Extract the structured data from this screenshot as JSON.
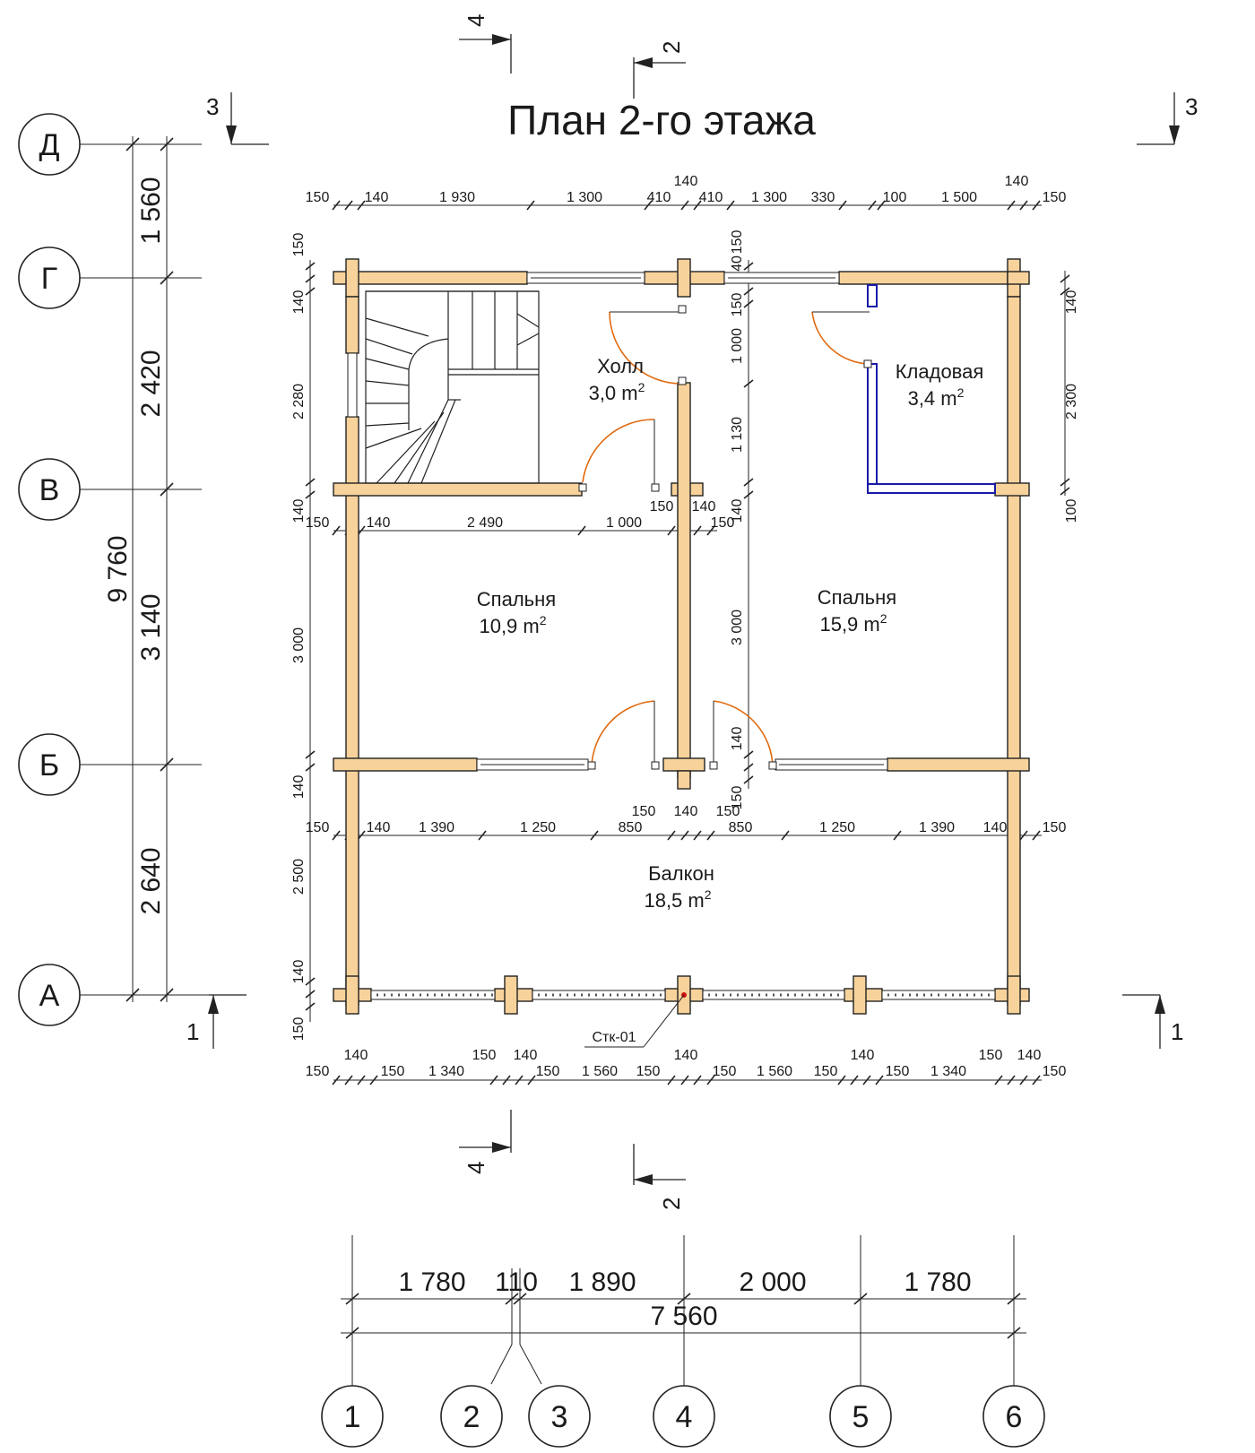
{
  "title": "План 2-го этажа",
  "rooms": {
    "hall": {
      "name": "Холл",
      "area": "3,0 m",
      "sup": "2"
    },
    "storage": {
      "name": "Кладовая",
      "area": "3,4 m",
      "sup": "2"
    },
    "bedroom_left": {
      "name": "Спальня",
      "area": "10,9 m",
      "sup": "2"
    },
    "bedroom_right": {
      "name": "Спальня",
      "area": "15,9 m",
      "sup": "2"
    },
    "balcony": {
      "name": "Балкон",
      "area": "18,5 m",
      "sup": "2"
    }
  },
  "column_tag": "Стк-01",
  "axes": {
    "rows": [
      "Д",
      "Г",
      "В",
      "Б",
      "А"
    ],
    "cols": [
      "1",
      "2",
      "3",
      "4",
      "5",
      "6"
    ]
  },
  "sections": {
    "s1": "1",
    "s2": "2",
    "s3": "3",
    "s4": "4"
  },
  "dims": {
    "left_total": "9 760",
    "left_rows": [
      "1 560",
      "2 420",
      "3 140",
      "2 640"
    ],
    "top_chain": [
      "150",
      "140",
      "1 930",
      "1 300",
      "410",
      "140",
      "410",
      "1 300",
      "330",
      "100",
      "1 500",
      "140",
      "150"
    ],
    "mid_chain": [
      "150",
      "140",
      "2 490",
      "1 000",
      "150",
      "140",
      "150"
    ],
    "balcony_chain": [
      "150",
      "140",
      "1 390",
      "1 250",
      "850",
      "150",
      "140",
      "150",
      "850",
      "1 250",
      "1 390",
      "140",
      "150"
    ],
    "bottom_chain": [
      "150",
      "140",
      "150",
      "1 340",
      "150",
      "140",
      "150",
      "1 560",
      "150",
      "140",
      "150",
      "1 560",
      "150",
      "140",
      "150",
      "1 340",
      "150",
      "140",
      "150"
    ],
    "left_inner": [
      "150",
      "140",
      "2 280",
      "140",
      "3 000",
      "140",
      "2 500",
      "140",
      "150"
    ],
    "mid_vertical": [
      "40",
      "150",
      "150",
      "1 000",
      "1 130",
      "140",
      "3 000",
      "140",
      "150"
    ],
    "right_side": [
      "140",
      "2 300",
      "100"
    ],
    "axis_bottom": [
      "1 780",
      "110",
      "1 890",
      "2 000",
      "1 780"
    ],
    "axis_total": "7 560"
  }
}
